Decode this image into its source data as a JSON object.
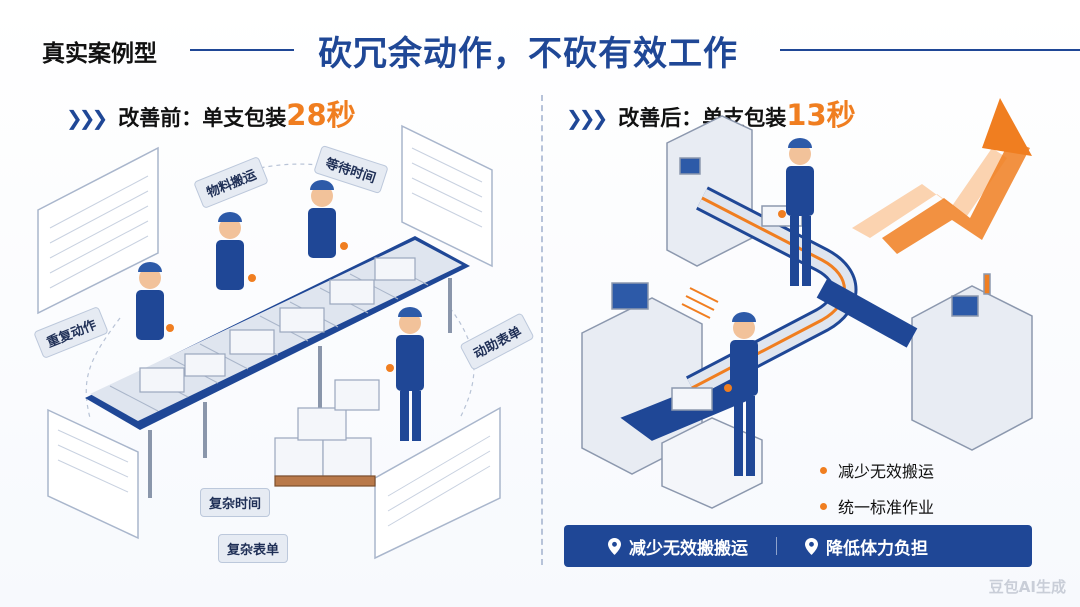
{
  "header": {
    "section_tag": "真实案例型",
    "title": "砍冗余动作，不砍有效工作"
  },
  "before": {
    "label": "改善前：单支包装",
    "time": "28秒",
    "tags": {
      "material_handling": "物料搬运",
      "waiting_time": "等待时间",
      "repeated_action": "重复动作",
      "help_form": "动助表单",
      "complex_time": "复杂时间",
      "complex_form": "复杂表单"
    }
  },
  "after": {
    "label": "改善后：单支包装",
    "time": "13秒",
    "bullets": [
      "减少无效搬运",
      "统一标准作业"
    ],
    "benefits": [
      "减少无效搬搬运",
      "降低体力负担"
    ]
  },
  "watermark": "豆包AI生成",
  "colors": {
    "brand_blue": "#1f4796",
    "accent_orange": "#f07e20"
  }
}
